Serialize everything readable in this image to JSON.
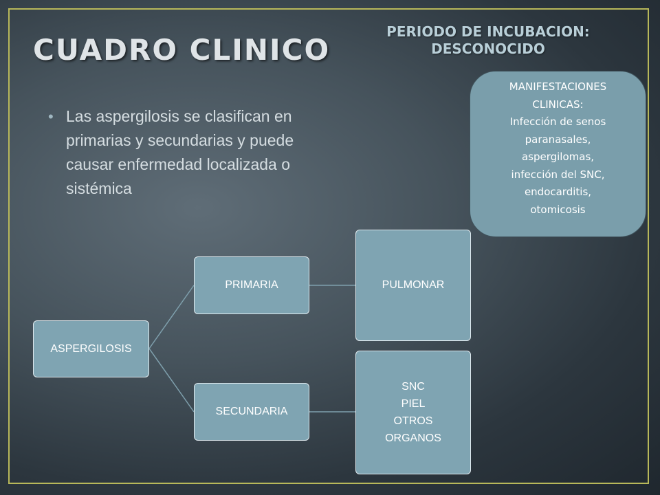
{
  "slide": {
    "title": "CUADRO CLINICO",
    "subtitle_line1": "PERIODO DE INCUBACION:",
    "subtitle_line2": "DESCONOCIDO",
    "bullet": "Las aspergilosis se clasifican en primarias y secundarias y puede causar enfermedad localizada o sistémica"
  },
  "manifestations": {
    "lines": [
      "MANIFESTACIONES",
      "CLINICAS:",
      "Infección de senos",
      "paranasales,",
      "aspergilomas,",
      "infección del SNC,",
      "endocarditis,",
      "otomicosis"
    ]
  },
  "diagram": {
    "root": "ASPERGILOSIS",
    "primary": "PRIMARIA",
    "primary_child": "PULMONAR",
    "secondary": "SECUNDARIA",
    "secondary_child": [
      "SNC",
      "PIEL",
      "OTROS",
      "ORGANOS"
    ]
  },
  "colors": {
    "box_fill": "#7fa4b2",
    "frame": "#b8b85a",
    "connector": "#7fa0ad"
  }
}
